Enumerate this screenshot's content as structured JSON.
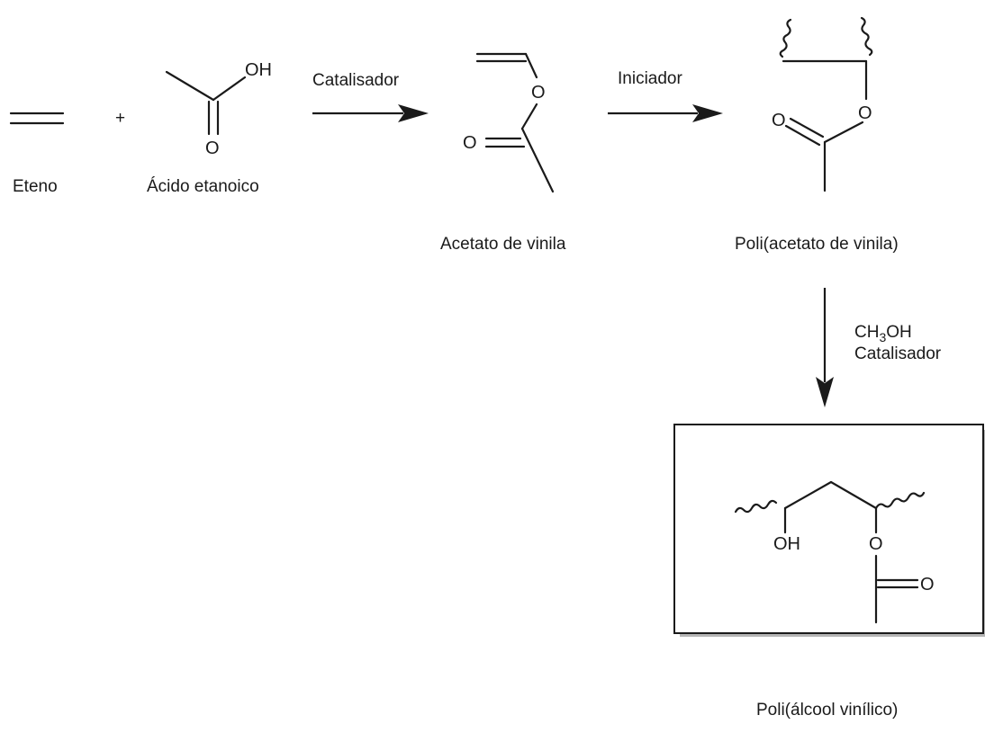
{
  "reactants": {
    "ethene_label": "Eteno",
    "plus_sign": "+",
    "acetic_acid_label": "Ácido etanoico"
  },
  "steps": [
    {
      "condition": "Catalisador"
    },
    {
      "condition": "Iniciador"
    },
    {
      "condition_line1_prefix": "CH",
      "condition_line1_sub": "3",
      "condition_line1_suffix": "OH",
      "condition_line2": "Catalisador"
    }
  ],
  "products": {
    "vinyl_acetate_label": "Acetato de vinila",
    "pva_acetate_label": "Poli(acetato de vinila)",
    "pva_alcohol_label": "Poli(álcool vinílico)"
  },
  "atoms": {
    "hydroxyl": "OH",
    "oxygen": "O"
  }
}
